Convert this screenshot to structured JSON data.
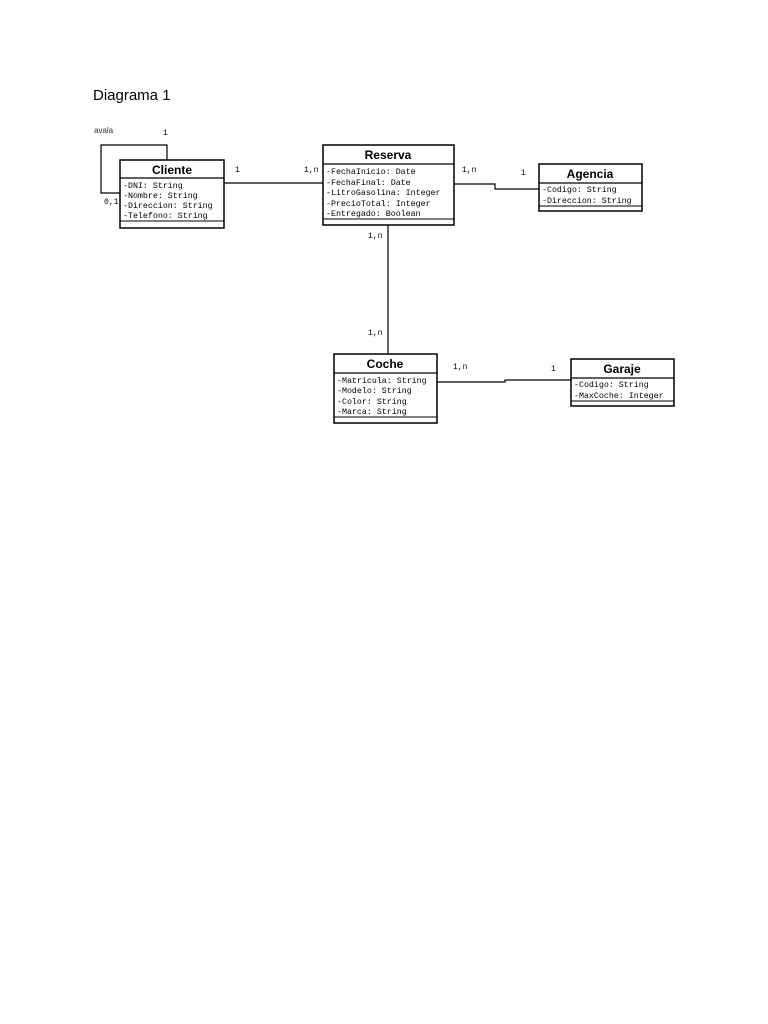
{
  "page": {
    "title": "Diagrama 1"
  },
  "classes": [
    {
      "id": "cliente",
      "name": "Cliente",
      "attributes": [
        "-DNI: String",
        "-Nombre: String",
        "-Direccion: String",
        "-Telefono: String"
      ]
    },
    {
      "id": "reserva",
      "name": "Reserva",
      "attributes": [
        "-FechaInicio: Date",
        "-FechaFinal: Date",
        "-LitroGasolina: Integer",
        "-PrecioTotal: Integer",
        "-Entregado: Boolean"
      ]
    },
    {
      "id": "agencia",
      "name": "Agencia",
      "attributes": [
        "-Codigo: String",
        "-Direccion: String"
      ]
    },
    {
      "id": "coche",
      "name": "Coche",
      "attributes": [
        "-Matricula: String",
        "-Modelo: String",
        "-Color: String",
        "-Marca: String"
      ]
    },
    {
      "id": "garaje",
      "name": "Garaje",
      "attributes": [
        "-Codigo: String",
        "-MaxCoche: Integer"
      ]
    }
  ],
  "associations": [
    {
      "id": "cliente-avala",
      "from": "cliente",
      "to": "cliente",
      "label": "avala",
      "from_mult": "1",
      "to_mult": "0,1"
    },
    {
      "id": "cliente-reserva",
      "from": "cliente",
      "to": "reserva",
      "from_mult": "1",
      "to_mult": "1,n"
    },
    {
      "id": "reserva-agencia",
      "from": "reserva",
      "to": "agencia",
      "from_mult": "1,n",
      "to_mult": "1"
    },
    {
      "id": "reserva-coche",
      "from": "reserva",
      "to": "coche",
      "from_mult": "1,n",
      "to_mult": "1,n"
    },
    {
      "id": "coche-garaje",
      "from": "coche",
      "to": "garaje",
      "from_mult": "1,n",
      "to_mult": "1"
    }
  ]
}
